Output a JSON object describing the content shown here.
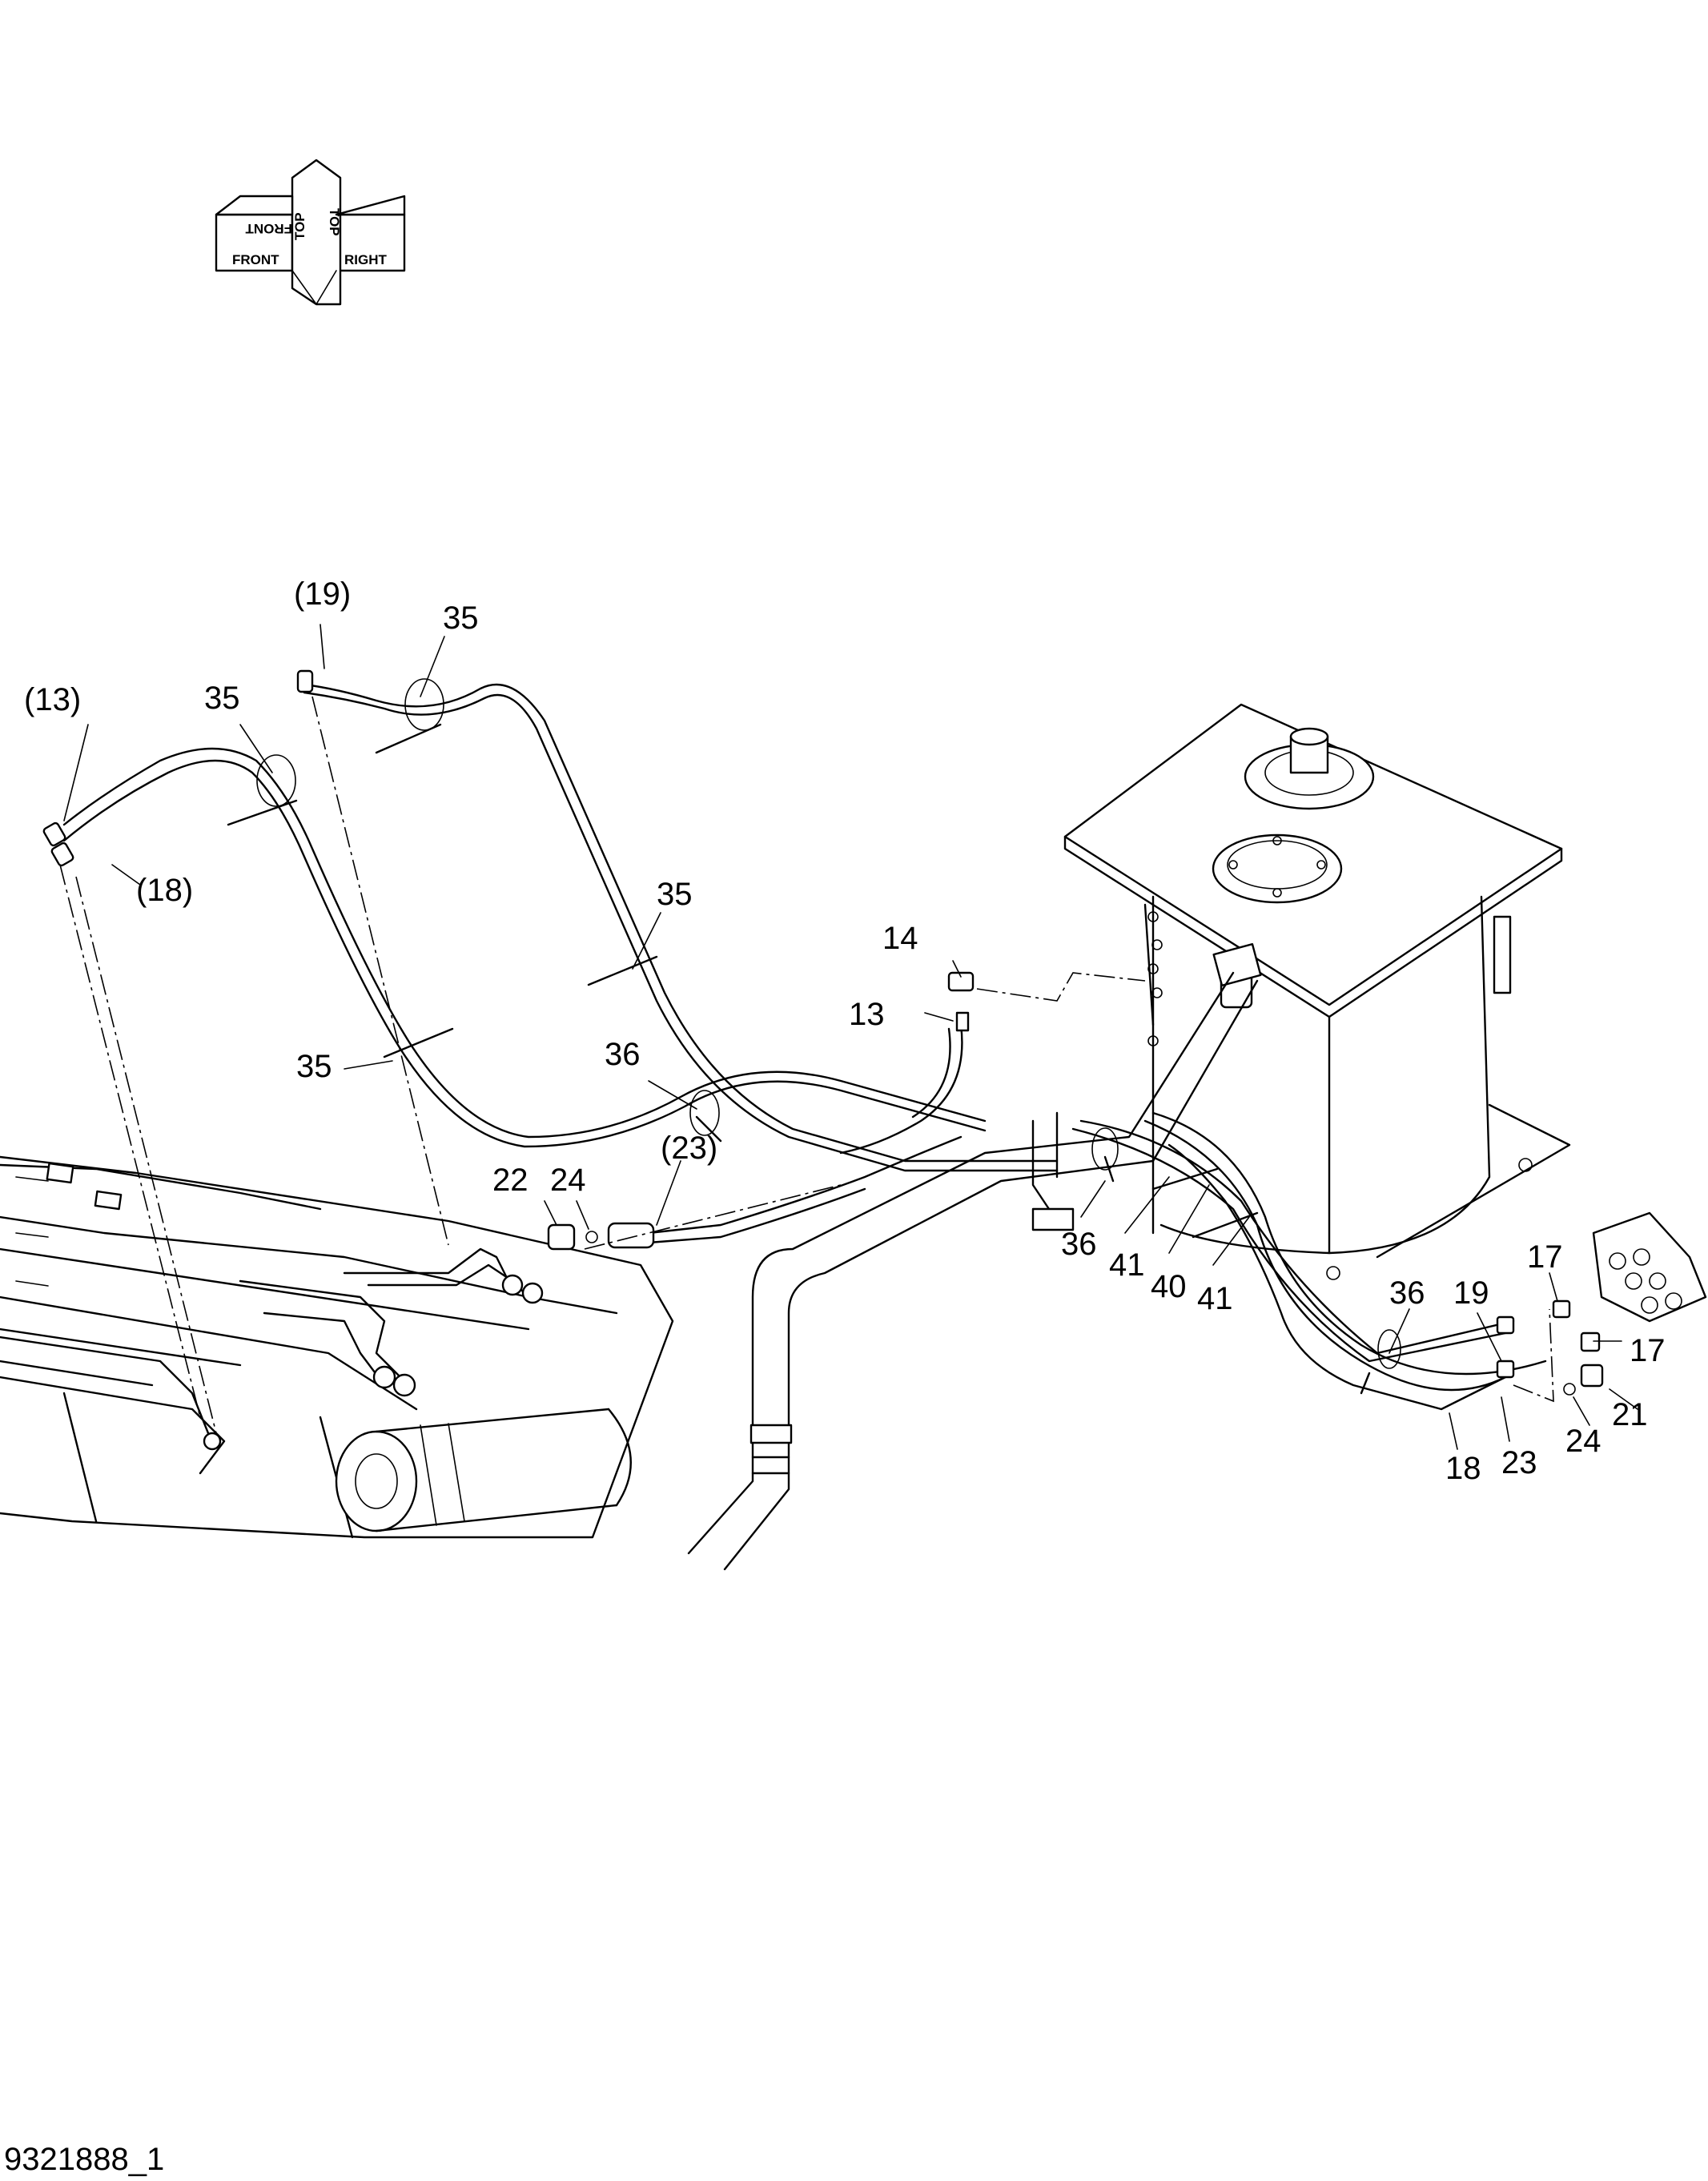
{
  "drawing_id": "9321888_1",
  "orientation": {
    "top": "TOP",
    "front": "FRONT",
    "right": "RIGHT",
    "top_mirrored": "TOP",
    "front_mirrored": "FRONT"
  },
  "callouts": {
    "c19p": "(19)",
    "c13p": "(13)",
    "c18p": "(18)",
    "c23p": "(23)",
    "c35a": "35",
    "c35b": "35",
    "c35c": "35",
    "c35d": "35",
    "c36a": "36",
    "c36b": "36",
    "c36c": "36",
    "c14": "14",
    "c13": "13",
    "c22": "22",
    "c24a": "24",
    "c24b": "24",
    "c41a": "41",
    "c41b": "41",
    "c40": "40",
    "c17a": "17",
    "c17b": "17",
    "c19": "19",
    "c21": "21",
    "c18": "18",
    "c23": "23"
  }
}
